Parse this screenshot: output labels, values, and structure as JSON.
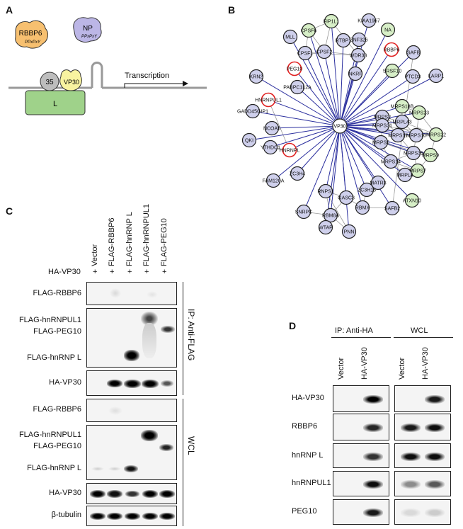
{
  "panels": {
    "a": "A",
    "b": "B",
    "c": "C",
    "d": "D"
  },
  "panel_a": {
    "rbbp6": "RBBP6",
    "rbbp6_motif": "PPxPxY",
    "np": "NP",
    "np_motif": "PPxPxY",
    "vp35": "35",
    "vp30": "VP30",
    "l": "L",
    "transcription": "Transcription"
  },
  "network": {
    "hub": "VP30",
    "nodes": [
      {
        "id": "FIP1L1",
        "c": "g"
      },
      {
        "id": "KIAA1967",
        "c": "p"
      },
      {
        "id": "CPSF6",
        "c": "g"
      },
      {
        "id": "ZNF326",
        "c": "p"
      },
      {
        "id": "NA",
        "c": "g"
      },
      {
        "id": "MLL",
        "c": "p"
      },
      {
        "id": "RTBP1",
        "c": "p"
      },
      {
        "id": "WDR33",
        "c": "p"
      },
      {
        "id": "RBBP6",
        "c": "r"
      },
      {
        "id": "SAFB",
        "c": "p"
      },
      {
        "id": "CPSF1",
        "c": "p"
      },
      {
        "id": "CPSF2",
        "c": "p"
      },
      {
        "id": "PEG10",
        "c": "r"
      },
      {
        "id": "SRSF10",
        "c": "g"
      },
      {
        "id": "NKRF",
        "c": "p"
      },
      {
        "id": "PTCD3",
        "c": "p"
      },
      {
        "id": "LARP1",
        "c": "p"
      },
      {
        "id": "KRN2",
        "c": "p"
      },
      {
        "id": "PABPC1L2A",
        "c": "p"
      },
      {
        "id": "HNRNPUL1",
        "c": "r"
      },
      {
        "id": "MRPS18B",
        "c": "g"
      },
      {
        "id": "MRPS23",
        "c": "g"
      },
      {
        "id": "MRPS2",
        "c": "p"
      },
      {
        "id": "MRPL43",
        "c": "p"
      },
      {
        "id": "GADD45GIP1",
        "c": "p"
      },
      {
        "id": "MRPS31",
        "c": "p"
      },
      {
        "id": "NCOA5",
        "c": "p"
      },
      {
        "id": "MRPS11",
        "c": "p"
      },
      {
        "id": "MRPS10",
        "c": "p"
      },
      {
        "id": "MRPS22",
        "c": "g"
      },
      {
        "id": "QKI",
        "c": "p"
      },
      {
        "id": "YTHDC1",
        "c": "p"
      },
      {
        "id": "HNRNPL",
        "c": "r"
      },
      {
        "id": "MRPS5",
        "c": "p"
      },
      {
        "id": "MRPS35",
        "c": "p"
      },
      {
        "id": "MRPS9",
        "c": "g"
      },
      {
        "id": "MRPS14",
        "c": "p"
      },
      {
        "id": "ZC3H4",
        "c": "p"
      },
      {
        "id": "MRPS7",
        "c": "g"
      },
      {
        "id": "MRPL4",
        "c": "p"
      },
      {
        "id": "FAM120A",
        "c": "p"
      },
      {
        "id": "MATR3",
        "c": "p"
      },
      {
        "id": "ZC3H18",
        "c": "p"
      },
      {
        "id": "RNPS1",
        "c": "p"
      },
      {
        "id": "GASC3",
        "c": "p"
      },
      {
        "id": "RBMX",
        "c": "p"
      },
      {
        "id": "SAFB2",
        "c": "p"
      },
      {
        "id": "ATXN10",
        "c": "g"
      },
      {
        "id": "SNRPC",
        "c": "p"
      },
      {
        "id": "RBM8A",
        "c": "p"
      },
      {
        "id": "WTAP",
        "c": "p"
      },
      {
        "id": "PNN",
        "c": "p"
      }
    ]
  },
  "panel_c": {
    "bait_label": "HA-VP30",
    "plus": "+",
    "lanes": [
      "Vector",
      "FLAG-RBBP6",
      "FLAG-hnRNP L",
      "FLAG-hnRNPUL1",
      "FLAG-PEG10"
    ],
    "blots": [
      {
        "labels": [
          "FLAG-RBBP6"
        ]
      },
      {
        "labels": [
          "FLAG-hnRNPUL1",
          "FLAG-PEG10",
          "FLAG-hnRNP L"
        ]
      },
      {
        "labels": [
          "HA-VP30"
        ]
      },
      {
        "labels": [
          "FLAG-RBBP6"
        ]
      },
      {
        "labels": [
          "FLAG-hnRNPUL1",
          "FLAG-PEG10",
          "FLAG-hnRNP L"
        ]
      },
      {
        "labels": [
          "HA-VP30"
        ]
      },
      {
        "labels": [
          "β-tubulin"
        ]
      }
    ],
    "section_ip": "IP: Anti-FLAG",
    "section_wcl": "WCL"
  },
  "panel_d": {
    "section_ip": "IP: Anti-HA",
    "section_wcl": "WCL",
    "lanes": [
      "Vector",
      "HA-VP30",
      "Vector",
      "HA-VP30"
    ],
    "rows": [
      "HA-VP30",
      "RBBP6",
      "hnRNP L",
      "hnRNPUL1",
      "PEG10"
    ]
  },
  "colors": {
    "node_purple": "#cfd0ec",
    "node_green": "#d7efc7",
    "edge_blue": "#2b2f9e",
    "edge_gray": "#9a9a9a",
    "highlight_red": "#e02020",
    "rbbp6_fill": "#f7c070",
    "np_fill": "#bcb6e6",
    "l_fill": "#9fd28a",
    "vp30_fill": "#f8f3a0",
    "vp35_fill": "#bdbdbd"
  }
}
